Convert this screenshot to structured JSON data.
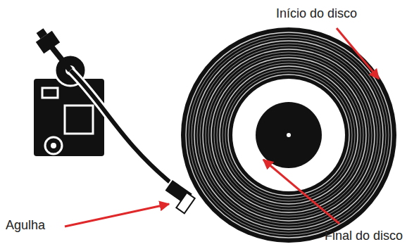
{
  "diagram": {
    "labels": [
      "Início do disco",
      "Agulha",
      "Final do disco"
    ]
  }
}
